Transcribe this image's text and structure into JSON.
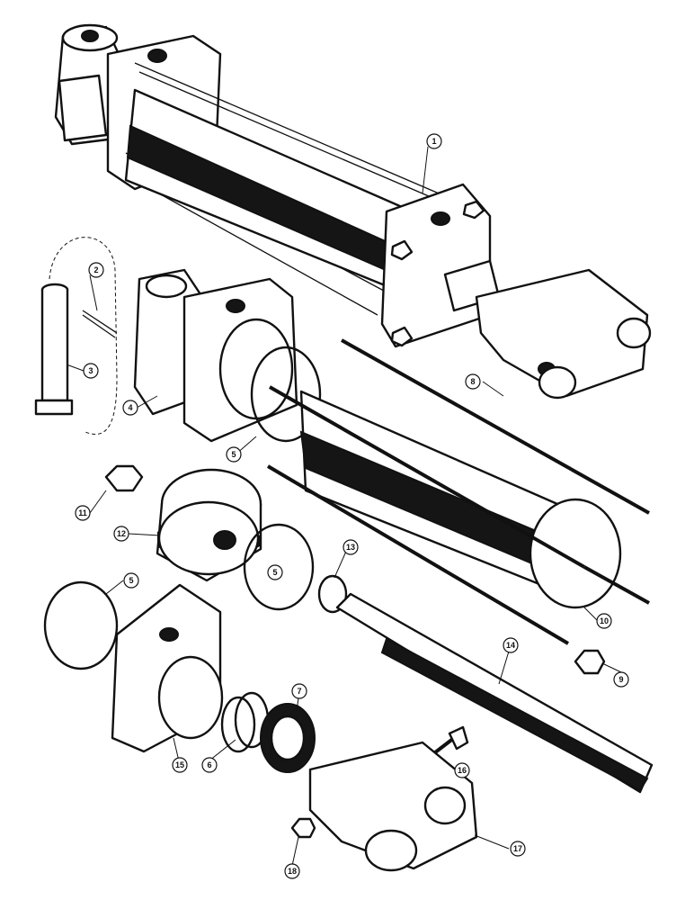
{
  "callouts": [
    {
      "id": "c1",
      "label": "1"
    },
    {
      "id": "c2",
      "label": "2"
    },
    {
      "id": "c3",
      "label": "3"
    },
    {
      "id": "c4",
      "label": "4"
    },
    {
      "id": "c5a",
      "label": "5"
    },
    {
      "id": "c5b",
      "label": "5"
    },
    {
      "id": "c5c",
      "label": "5"
    },
    {
      "id": "c6",
      "label": "6"
    },
    {
      "id": "c7",
      "label": "7"
    },
    {
      "id": "c8",
      "label": "8"
    },
    {
      "id": "c9",
      "label": "9"
    },
    {
      "id": "c10",
      "label": "10"
    },
    {
      "id": "c11",
      "label": "11"
    },
    {
      "id": "c12",
      "label": "12"
    },
    {
      "id": "c13",
      "label": "13"
    },
    {
      "id": "c14",
      "label": "14"
    },
    {
      "id": "c15",
      "label": "15"
    },
    {
      "id": "c16",
      "label": "16"
    },
    {
      "id": "c17",
      "label": "17"
    },
    {
      "id": "c18",
      "label": "18"
    }
  ]
}
